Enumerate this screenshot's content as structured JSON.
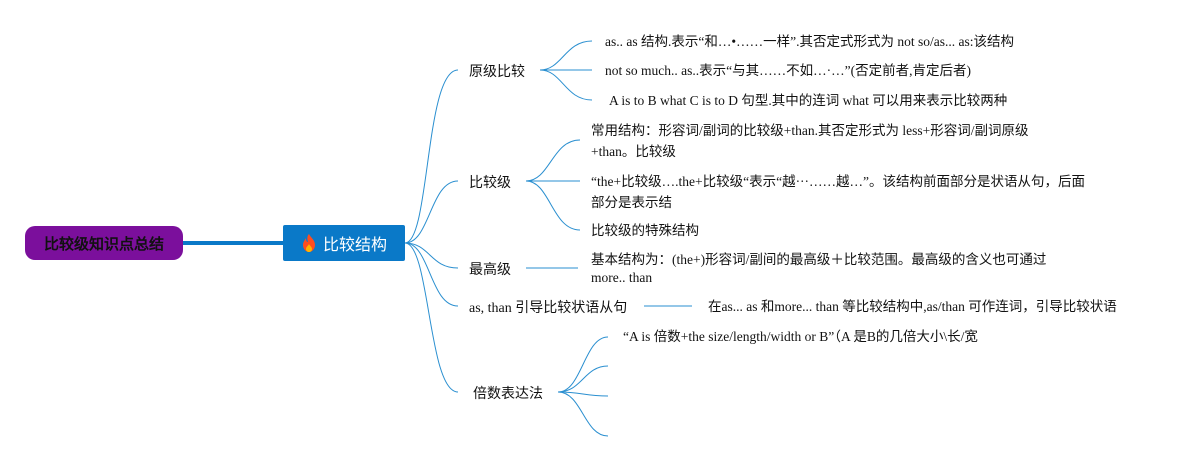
{
  "root": {
    "label": "比较级知识点总结"
  },
  "main": {
    "label": "比较结构",
    "icon": "fire-icon"
  },
  "branches": [
    {
      "label": "原级比较",
      "items": [
        "as.. as 结构.表示“和…•……一样”.其否定式形式为 not so/as... as:该结构",
        "not so much.. as..表示“与其……不如…·…”(否定前者,肯定后者)",
        "A is to B what C is to D 句型.其中的连词 what 可以用来表示比较两种"
      ]
    },
    {
      "label": "比较级",
      "items": [
        "常用结构：形容词/副词的比较级+than.其否定形式为 less+形容词/副词原级+than。比较级",
        "“the+比较级….the+比较级“表示“越···……越…”。该结构前面部分是状语从句，后面部分是表示结",
        "比较级的特殊结构"
      ]
    },
    {
      "label": "最高级",
      "items": [
        "基本结构为：(the+)形容词/副间的最高级＋比较范围。最高级的含义也可通过 more.. than"
      ]
    },
    {
      "label": "as, than 引导比较状语从句",
      "items": [
        "在as... as 和more... than 等比较结构中,as/than 可作连词，引导比较状语"
      ]
    },
    {
      "label": "倍数表达法",
      "items": [
        "“A is 倍数+the size/length/width or B”（A 是B的几倍大小\\长/宽",
        "",
        "",
        ""
      ]
    }
  ]
}
